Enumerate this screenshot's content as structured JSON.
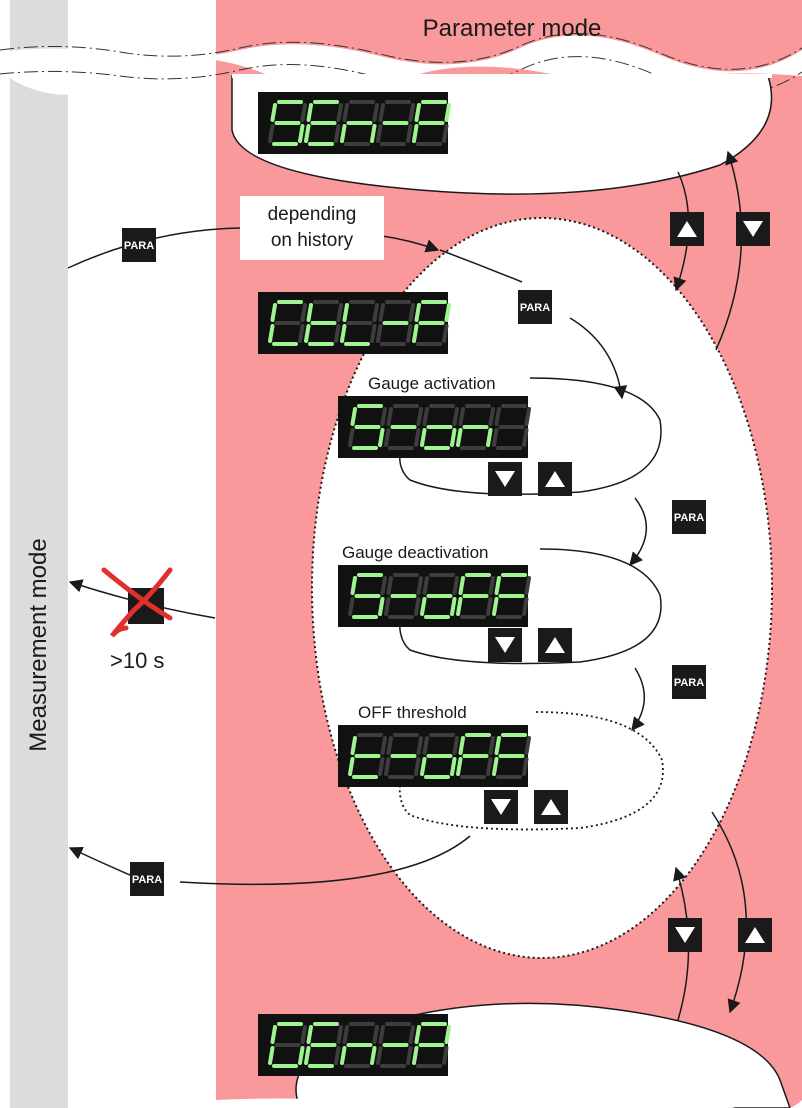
{
  "title": "Parameter mode",
  "left_title": "Measurement mode",
  "colors": {
    "param_bg": "#f9999c",
    "meas_bg": "#dcdcde",
    "display_bg": "#111111",
    "segment_on": "#9ef58f",
    "segment_off": "#3d3d3d",
    "cross": "#e0302d"
  },
  "displays": [
    {
      "name": "display-sen-p",
      "text": "SEn-P"
    },
    {
      "name": "display-ctl-p",
      "text": "CtL-P"
    },
    {
      "name": "display-s-on",
      "text": "S-on"
    },
    {
      "name": "display-s-off",
      "text": "S-oFF"
    },
    {
      "name": "display-t-off",
      "text": "t-oFF"
    },
    {
      "name": "display-gen-p",
      "text": "GEn-P"
    }
  ],
  "labels": {
    "depending_line1": "depending",
    "depending_line2": "on history",
    "gauge_activation": "Gauge activation",
    "gauge_deactivation": "Gauge deactivation",
    "off_threshold": "OFF threshold",
    "timeout": ">10 s"
  },
  "keys": {
    "para": "PARA",
    "up": "up-triangle-icon",
    "down": "down-triangle-icon"
  }
}
